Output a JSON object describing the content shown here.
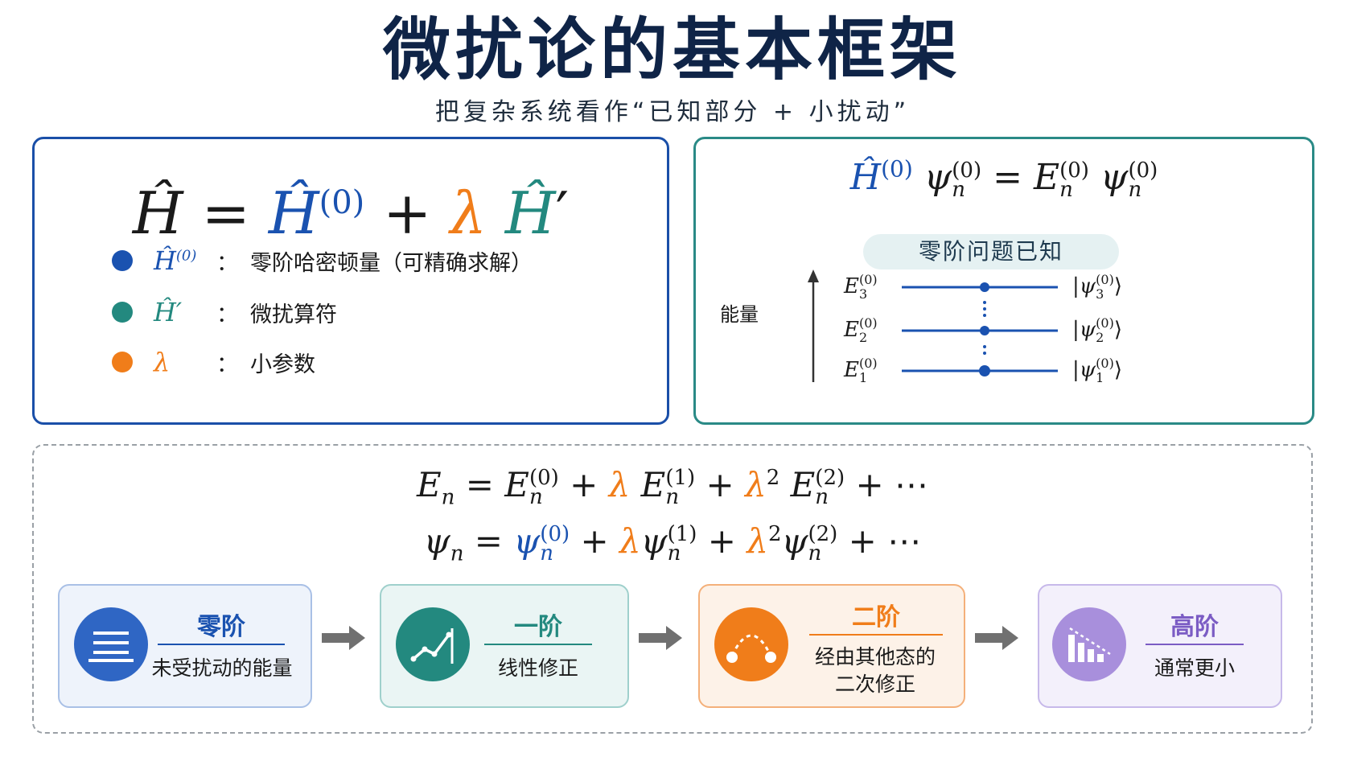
{
  "header": {
    "title": "微扰论的基本框架",
    "subtitle": "把复杂系统看作“已知部分 + 小扰动”"
  },
  "left_panel": {
    "legend": [
      {
        "symbol": "Ĥ(0)",
        "colon": "：",
        "text": "零阶哈密顿量（可精确求解）",
        "color": "#1a52b0"
      },
      {
        "symbol": "Ĥ′",
        "colon": "：",
        "text": "微扰算符",
        "color": "#23897f"
      },
      {
        "symbol": "λ",
        "colon": "：",
        "text": "小参数",
        "color": "#f07d1a"
      }
    ]
  },
  "right_panel": {
    "badge": "零阶问题已知",
    "axis_label": "能量",
    "levels": [
      {
        "energy_index": "3",
        "state_index": "3"
      },
      {
        "energy_index": "2",
        "state_index": "2"
      },
      {
        "energy_index": "1",
        "state_index": "1"
      }
    ]
  },
  "cards": [
    {
      "title": "零阶",
      "desc_lines": [
        "未受扰动的能量"
      ],
      "icon": "lines-icon",
      "color": "#2f66c4"
    },
    {
      "title": "一阶",
      "desc_lines": [
        "线性修正"
      ],
      "icon": "line-chart-icon",
      "color": "#23897f"
    },
    {
      "title": "二阶",
      "desc_lines": [
        "经由其他态的",
        "二次修正"
      ],
      "icon": "arc-icon",
      "color": "#f07d1a"
    },
    {
      "title": "高阶",
      "desc_lines": [
        "通常更小"
      ],
      "icon": "bar-chart-icon",
      "color": "#7b5cc4"
    }
  ],
  "colors": {
    "title": "#0f2447",
    "blue": "#1a52b0",
    "teal": "#23897f",
    "orange": "#f07d1a",
    "purple": "#7b5cc4"
  }
}
